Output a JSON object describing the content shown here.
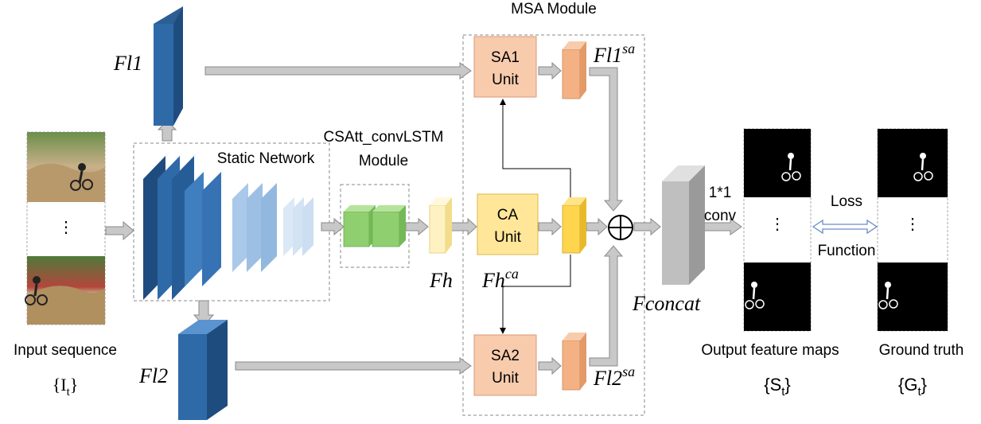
{
  "labels": {
    "msa_module": "MSA Module",
    "csatt_module_line1": "CSAtt_convLSTM",
    "csatt_module_line2": "Module",
    "static_network": "Static Network",
    "fl1_base": "Fl1",
    "fl1_sup": "sa",
    "fl2_base": "Fl2",
    "fl2_sup": "sa",
    "fl1": "Fl1",
    "fl2": "Fl2",
    "fh": "Fh",
    "fh_ca_base": "Fh",
    "fh_ca_sup": "ca",
    "fconcat": "Fconcat",
    "sa1_line1": "SA1",
    "sa1_line2": "Unit",
    "sa2_line1": "SA2",
    "sa2_line2": "Unit",
    "ca_line1": "CA",
    "ca_line2": "Unit",
    "conv_line1": "1*1",
    "conv_line2": "conv",
    "loss_line1": "Loss",
    "loss_line2": "Function",
    "input_sequence": "Input sequence",
    "input_symbol": "{I",
    "input_sub": "t",
    "input_close": "}",
    "output_maps": "Output feature maps",
    "output_symbol": "{S",
    "output_sub": "t",
    "output_close": "}",
    "ground_truth": "Ground truth",
    "gt_symbol": "{G",
    "gt_sub": "t",
    "gt_close": "}",
    "ellipsis": "⋮"
  },
  "colors": {
    "dark_blue": "#2e6aa8",
    "mid_blue": "#3f7fc0",
    "light_blue": "#a9c8ea",
    "pale_blue": "#dbe8f6",
    "green": "#8fcf6f",
    "yellow": "#ffe79a",
    "gold": "#ffd54d",
    "salmon": "#f8c8a8",
    "orange": "#f4b183",
    "grey_arrow": "#c8c8c8",
    "concat_grey": "#bfbfbf"
  }
}
